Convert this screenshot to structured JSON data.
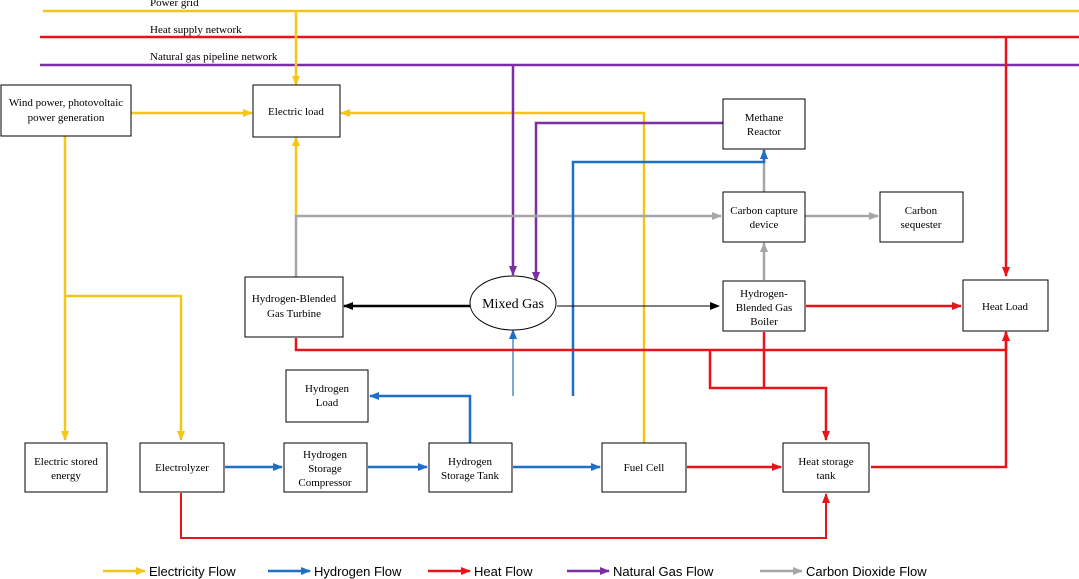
{
  "colors": {
    "electricity": "#f5c518",
    "hydrogen": "#1f6fc4",
    "heat": "#e8141b",
    "natural_gas": "#7b2fa3",
    "carbon_dioxide": "#a6a6a6",
    "mixed": "#000000"
  },
  "networks": {
    "power_grid": "Power grid",
    "heat_supply": "Heat supply network",
    "gas_pipeline": "Natural gas pipeline network"
  },
  "nodes": {
    "renewables": [
      "Wind power, photovoltaic",
      "power generation"
    ],
    "electric_load": [
      "Electric load"
    ],
    "methane_reactor": [
      "Methane",
      "Reactor"
    ],
    "carbon_capture": [
      "Carbon capture",
      "device"
    ],
    "carbon_sequester": [
      "Carbon",
      "sequester"
    ],
    "gas_turbine": [
      "Hydrogen-Blended",
      "Gas Turbine"
    ],
    "mixed_gas": [
      "Mixed Gas"
    ],
    "gas_boiler": [
      "Hydrogen-",
      "Blended Gas",
      "Boiler"
    ],
    "heat_load": [
      "Heat Load"
    ],
    "hydrogen_load": [
      "Hydrogen",
      "Load"
    ],
    "electric_storage": [
      "Electric stored",
      "energy"
    ],
    "electrolyzer": [
      "Electrolyzer"
    ],
    "h2_compressor": [
      "Hydrogen",
      "Storage",
      "Compressor"
    ],
    "h2_tank": [
      "Hydrogen",
      "Storage Tank"
    ],
    "fuel_cell": [
      "Fuel Cell"
    ],
    "heat_storage": [
      "Heat storage",
      "tank"
    ]
  },
  "legend": [
    {
      "label": "Electricity Flow",
      "color": "#f5c518"
    },
    {
      "label": "Hydrogen Flow",
      "color": "#1f6fc4"
    },
    {
      "label": "Heat Flow",
      "color": "#e8141b"
    },
    {
      "label": "Natural Gas Flow",
      "color": "#7b2fa3"
    },
    {
      "label": "Carbon Dioxide Flow",
      "color": "#a6a6a6"
    }
  ]
}
